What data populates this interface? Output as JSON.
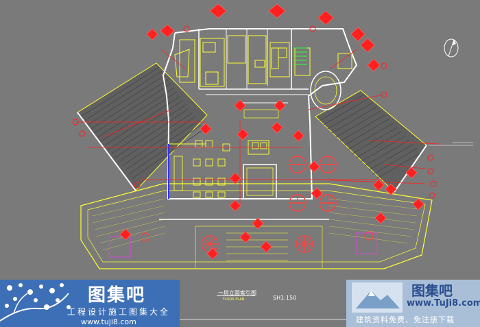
{
  "plan": {
    "title": "一层立面索引图",
    "subtitle": "FLOOR PLAN",
    "scale": "SH1:150"
  },
  "watermark_left": {
    "title": "图集吧",
    "subtitle": "工程设计施工图集大全",
    "url": "www.tuji8.com"
  },
  "watermark_right": {
    "title": "图集吧",
    "url": "www.TuJi8.com",
    "slogan": "建筑资料免费、免注册下载"
  },
  "colors": {
    "background": "#7a7a7a",
    "walls": "#ffff33",
    "annotations": "#ff2020",
    "wall_white": "#ffffff",
    "wings": "#666666",
    "magenta": "#ff33ff",
    "green": "#33ff33",
    "blue": "#3333ff",
    "cyan": "#33ffff"
  }
}
